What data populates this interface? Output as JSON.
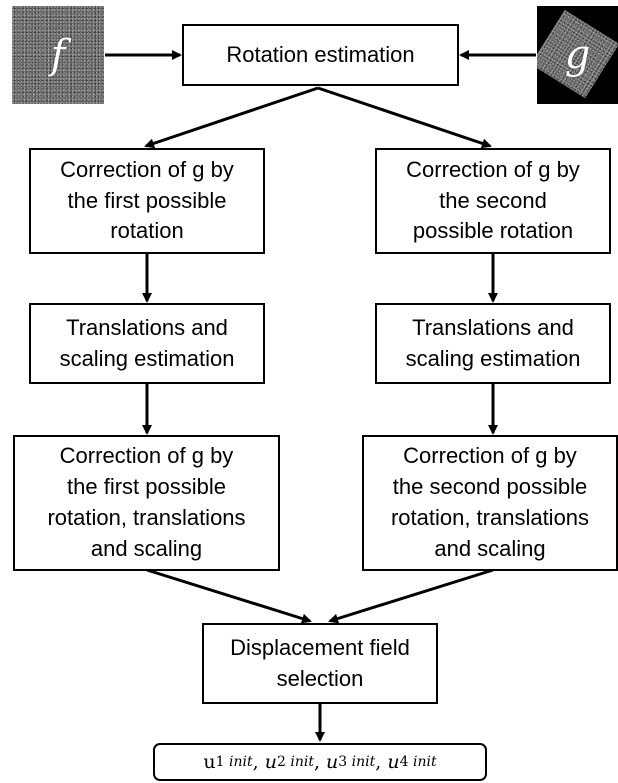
{
  "inputs": {
    "f_label": "f",
    "g_label": "g"
  },
  "boxes": {
    "rotation_estimation": [
      "Rotation estimation"
    ],
    "correction_first_rotation": [
      "Correction of g by",
      "the first possible",
      "rotation"
    ],
    "correction_second_rotation": [
      "Correction of g by",
      "the second",
      "possible rotation"
    ],
    "translations_scaling_left": [
      "Translations and",
      "scaling estimation"
    ],
    "translations_scaling_right": [
      "Translations and",
      "scaling estimation"
    ],
    "correction_first_full": [
      "Correction of g by",
      "the first possible",
      "rotation, translations",
      "and scaling"
    ],
    "correction_second_full": [
      "Correction of g by",
      "the second possible",
      "rotation, translations",
      "and scaling"
    ],
    "displacement_selection": [
      "Displacement field",
      "selection"
    ]
  },
  "output": {
    "terms": [
      {
        "base": "u",
        "sub": "1",
        "tag": "init",
        "sep": ", "
      },
      {
        "base": "u",
        "sub": "2",
        "tag": "init",
        "sep": ", "
      },
      {
        "base": "u",
        "sub": "3",
        "tag": "init",
        "sep": ", "
      },
      {
        "base": "u",
        "sub": "4",
        "tag": "init",
        "sep": ""
      }
    ]
  },
  "colors": {
    "stroke": "#000000",
    "noise_base": "#6e6e6e",
    "letter": "#ffffff"
  }
}
